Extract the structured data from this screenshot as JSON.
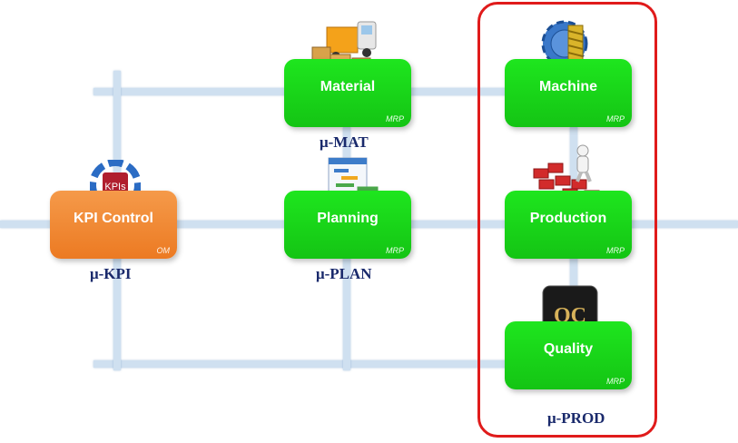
{
  "nodes": {
    "material": {
      "label": "Material",
      "tag": "MRP"
    },
    "machine": {
      "label": "Machine",
      "tag": "MRP"
    },
    "kpi": {
      "label": "KPI Control",
      "tag": "OM"
    },
    "planning": {
      "label": "Planning",
      "tag": "MRP"
    },
    "production": {
      "label": "Production",
      "tag": "MRP"
    },
    "quality": {
      "label": "Quality",
      "tag": "MRP"
    }
  },
  "modules": {
    "mat": "μ-MAT",
    "kpi": "μ-KPI",
    "plan": "μ-PLAN",
    "prod": "μ-PROD"
  },
  "icons": {
    "kpi": "KPIs",
    "qc": "QC",
    "material": "delivery-truck-icon",
    "machine": "gear-bolt-icon",
    "planning": "gantt-calendar-icon",
    "production": "brick-builder-icon"
  },
  "colors": {
    "node_green": "#14c414",
    "node_orange": "#ec7a22",
    "highlight": "#e01b1b",
    "module_text": "#1a2a6c"
  }
}
